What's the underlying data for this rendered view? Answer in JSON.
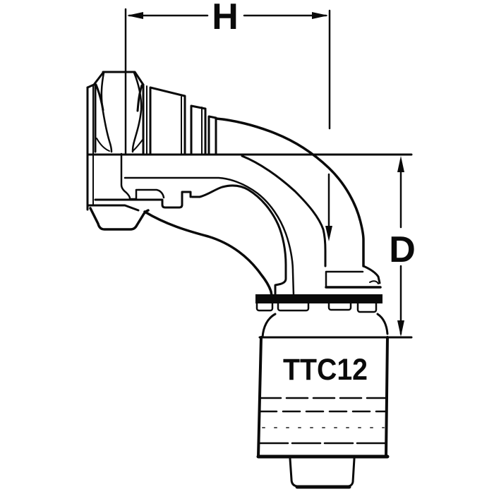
{
  "drawing": {
    "part_code": "TTC12",
    "dimensions": {
      "horizontal": "H",
      "vertical": "D"
    },
    "colors": {
      "line": "#0a0a0a",
      "background": "#ffffff"
    }
  }
}
